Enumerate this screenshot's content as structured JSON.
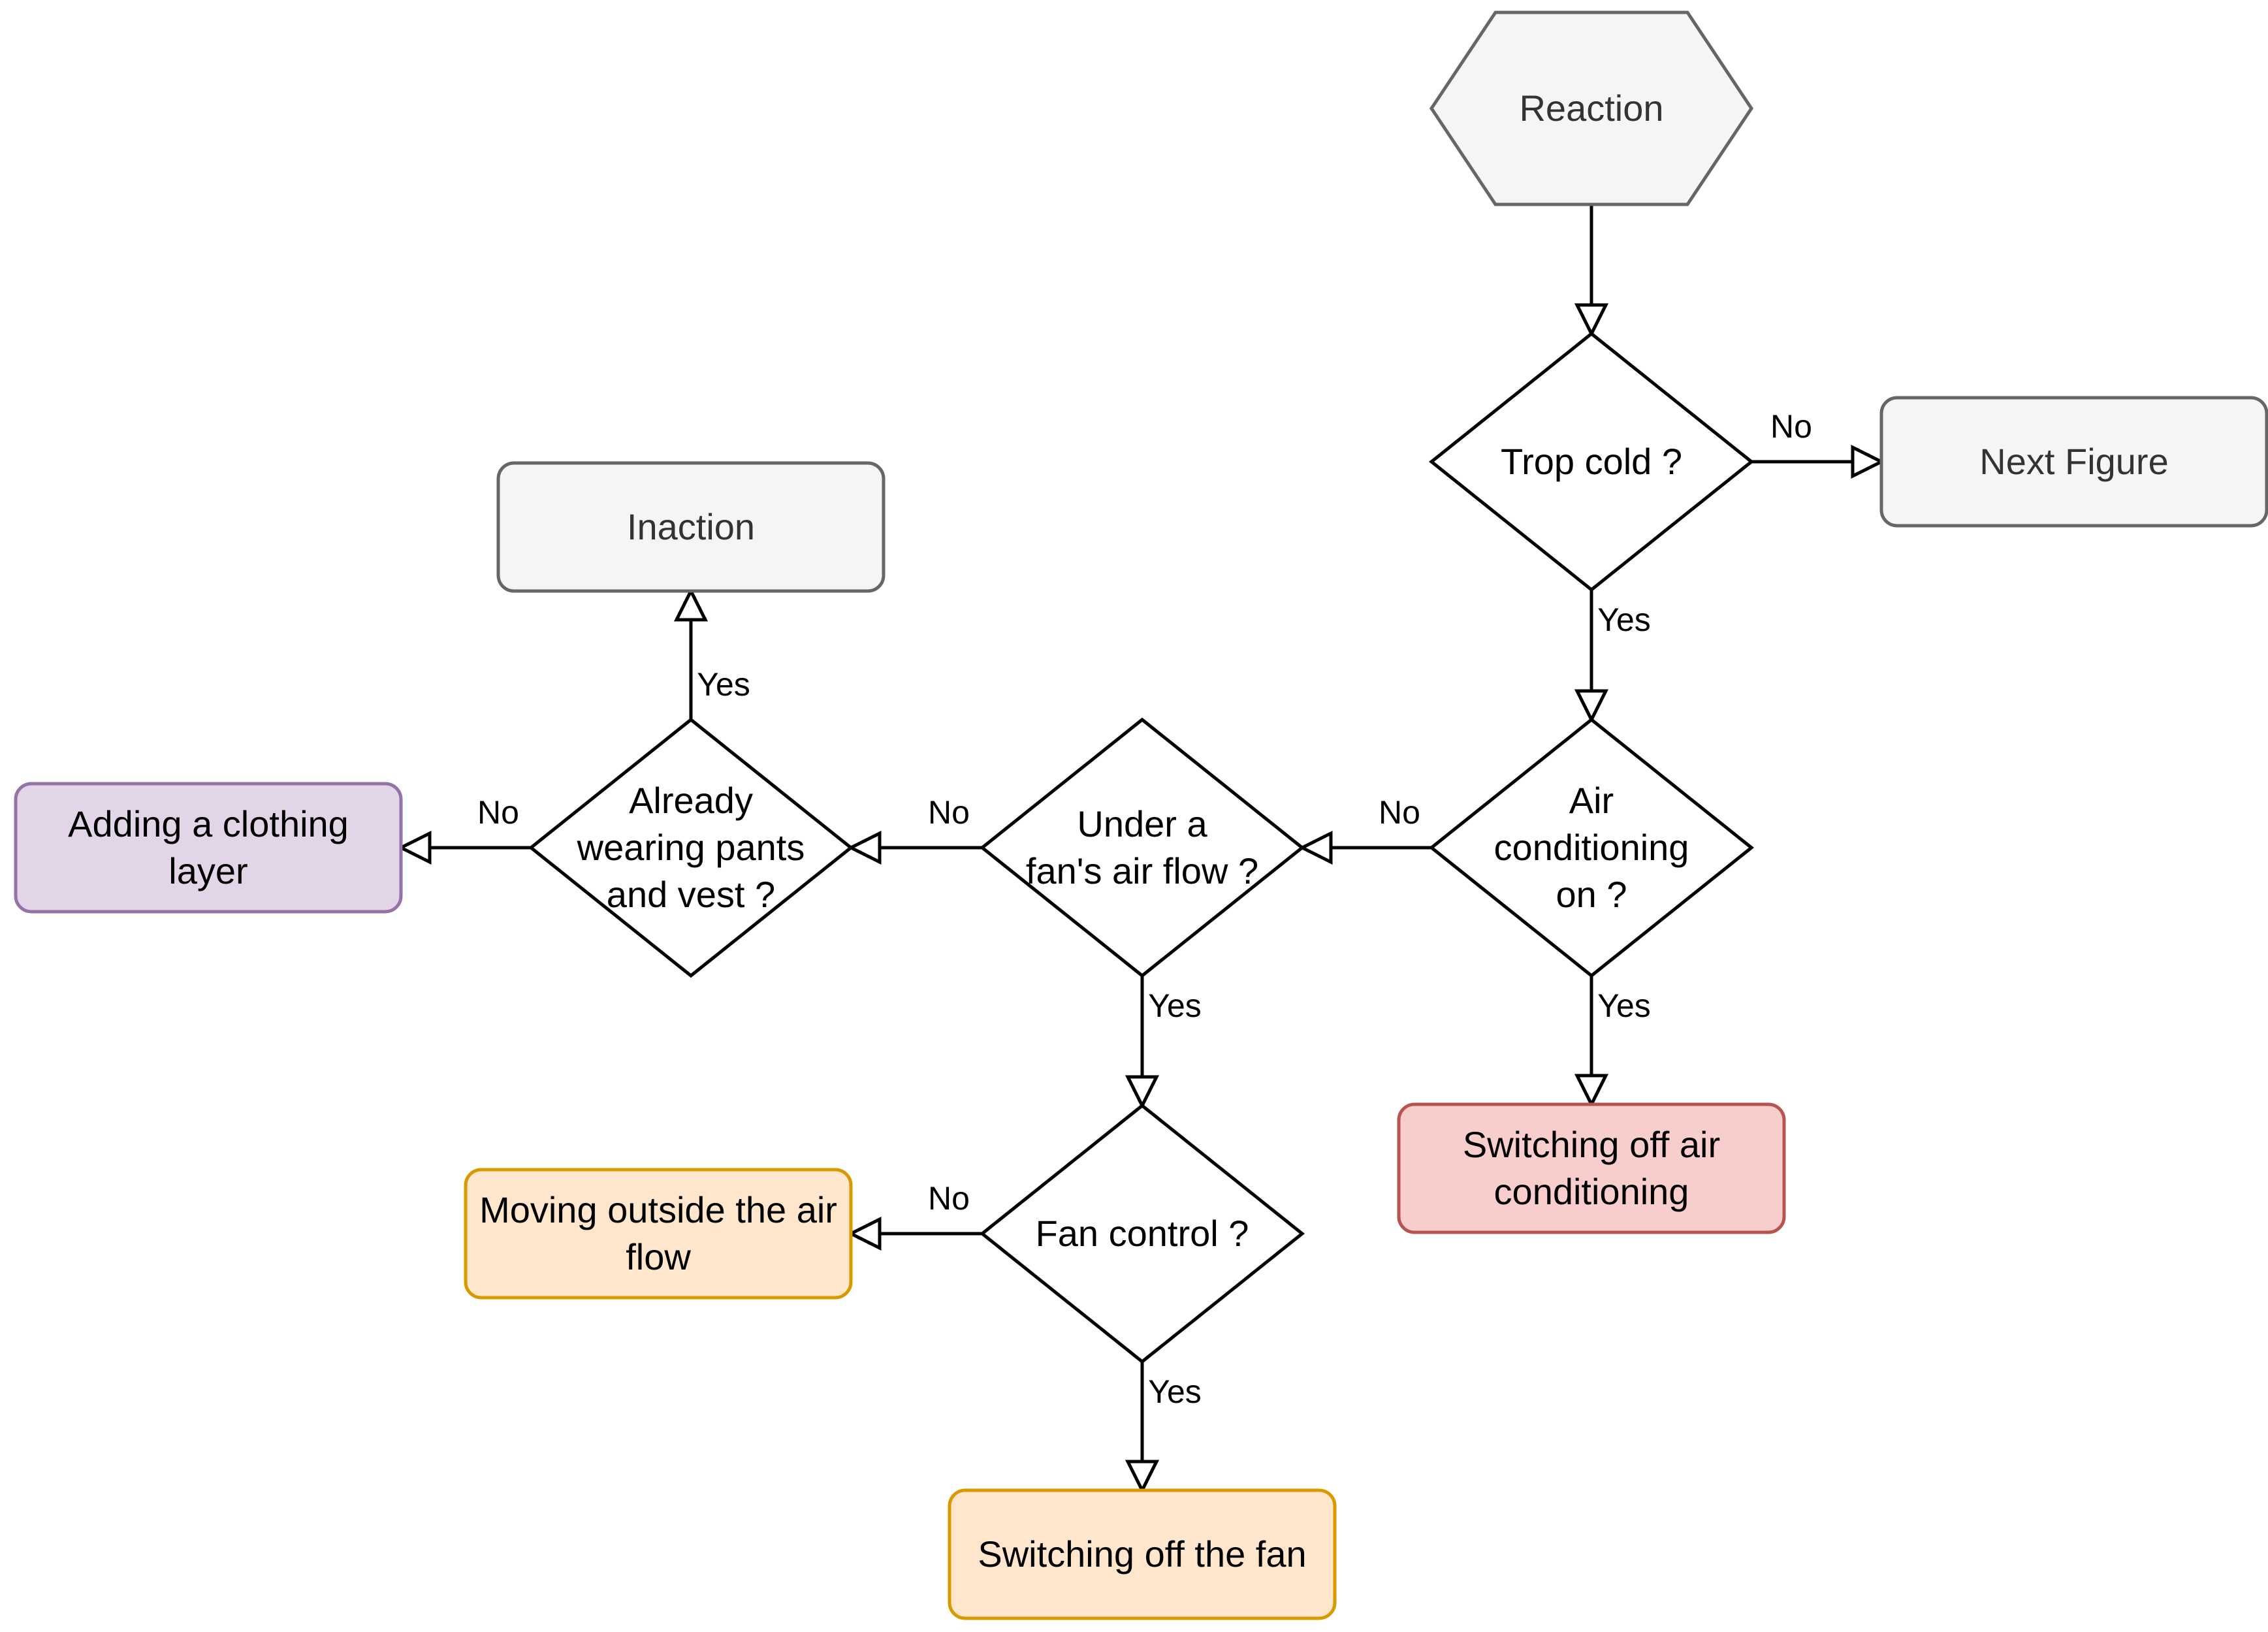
{
  "nodes": {
    "reaction": {
      "lines": [
        "Reaction"
      ],
      "shape": "hexagon",
      "fill": "#f5f5f5",
      "stroke": "#666666",
      "text_color": "#333333"
    },
    "trop_cold": {
      "lines": [
        "Trop cold ?"
      ],
      "shape": "diamond",
      "fill": "#ffffff",
      "stroke": "#000000",
      "text_color": "#000000"
    },
    "next_figure": {
      "lines": [
        "Next Figure"
      ],
      "shape": "rounded-rect",
      "fill": "#f5f5f5",
      "stroke": "#666666",
      "text_color": "#333333"
    },
    "air_cond_on": {
      "lines": [
        "Air",
        "conditioning",
        "on ?"
      ],
      "shape": "diamond",
      "fill": "#ffffff",
      "stroke": "#000000",
      "text_color": "#000000"
    },
    "switch_off_ac": {
      "lines": [
        "Switching off air",
        "conditioning"
      ],
      "shape": "rounded-rect",
      "fill": "#f8cecc",
      "stroke": "#b85450",
      "text_color": "#000000"
    },
    "under_fan": {
      "lines": [
        "Under a",
        "fan's air flow ?"
      ],
      "shape": "diamond",
      "fill": "#ffffff",
      "stroke": "#000000",
      "text_color": "#000000"
    },
    "fan_control": {
      "lines": [
        "Fan control ?"
      ],
      "shape": "diamond",
      "fill": "#ffffff",
      "stroke": "#000000",
      "text_color": "#000000"
    },
    "moving_outside": {
      "lines": [
        "Moving outside the air",
        "flow"
      ],
      "shape": "rounded-rect",
      "fill": "#ffe6cc",
      "stroke": "#d79b00",
      "text_color": "#000000"
    },
    "switch_off_fan": {
      "lines": [
        "Switching off the fan"
      ],
      "shape": "rounded-rect",
      "fill": "#ffe6cc",
      "stroke": "#d79b00",
      "text_color": "#000000"
    },
    "already_wearing": {
      "lines": [
        "Already",
        "wearing pants",
        "and vest ?"
      ],
      "shape": "diamond",
      "fill": "#ffffff",
      "stroke": "#000000",
      "text_color": "#000000"
    },
    "inaction": {
      "lines": [
        "Inaction"
      ],
      "shape": "rounded-rect",
      "fill": "#f5f5f5",
      "stroke": "#666666",
      "text_color": "#333333"
    },
    "adding_layer": {
      "lines": [
        "Adding a clothing",
        "layer"
      ],
      "shape": "rounded-rect",
      "fill": "#e1d5e7",
      "stroke": "#9673a6",
      "text_color": "#000000"
    }
  },
  "edges": [
    {
      "from": "reaction",
      "to": "trop_cold",
      "label": ""
    },
    {
      "from": "trop_cold",
      "to": "next_figure",
      "label": "No"
    },
    {
      "from": "trop_cold",
      "to": "air_cond_on",
      "label": "Yes"
    },
    {
      "from": "air_cond_on",
      "to": "switch_off_ac",
      "label": "Yes"
    },
    {
      "from": "air_cond_on",
      "to": "under_fan",
      "label": "No"
    },
    {
      "from": "under_fan",
      "to": "fan_control",
      "label": "Yes"
    },
    {
      "from": "under_fan",
      "to": "already_wearing",
      "label": "No"
    },
    {
      "from": "fan_control",
      "to": "moving_outside",
      "label": "No"
    },
    {
      "from": "fan_control",
      "to": "switch_off_fan",
      "label": "Yes"
    },
    {
      "from": "already_wearing",
      "to": "inaction",
      "label": "Yes"
    },
    {
      "from": "already_wearing",
      "to": "adding_layer",
      "label": "No"
    }
  ]
}
